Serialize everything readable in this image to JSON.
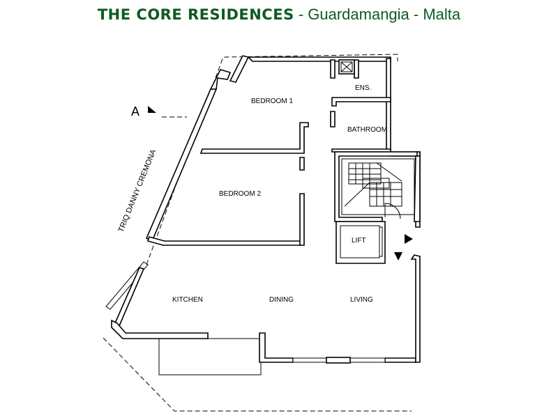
{
  "header": {
    "title_main": "THE CORE RESIDENCES",
    "title_sub": " - Guardamangia - Malta"
  },
  "plan": {
    "rooms": {
      "bedroom1": "BEDROOM 1",
      "bedroom2": "BEDROOM 2",
      "ensuite": "ENS.",
      "bathroom": "BATHROOM",
      "lift": "LIFT",
      "kitchen": "KITCHEN",
      "dining": "DINING",
      "living": "LIVING"
    },
    "street": "TRIQ DANNY CREMONA",
    "section_marker": "A"
  },
  "colors": {
    "title": "#0f5a22",
    "walls": "#000000",
    "background": "#ffffff"
  }
}
